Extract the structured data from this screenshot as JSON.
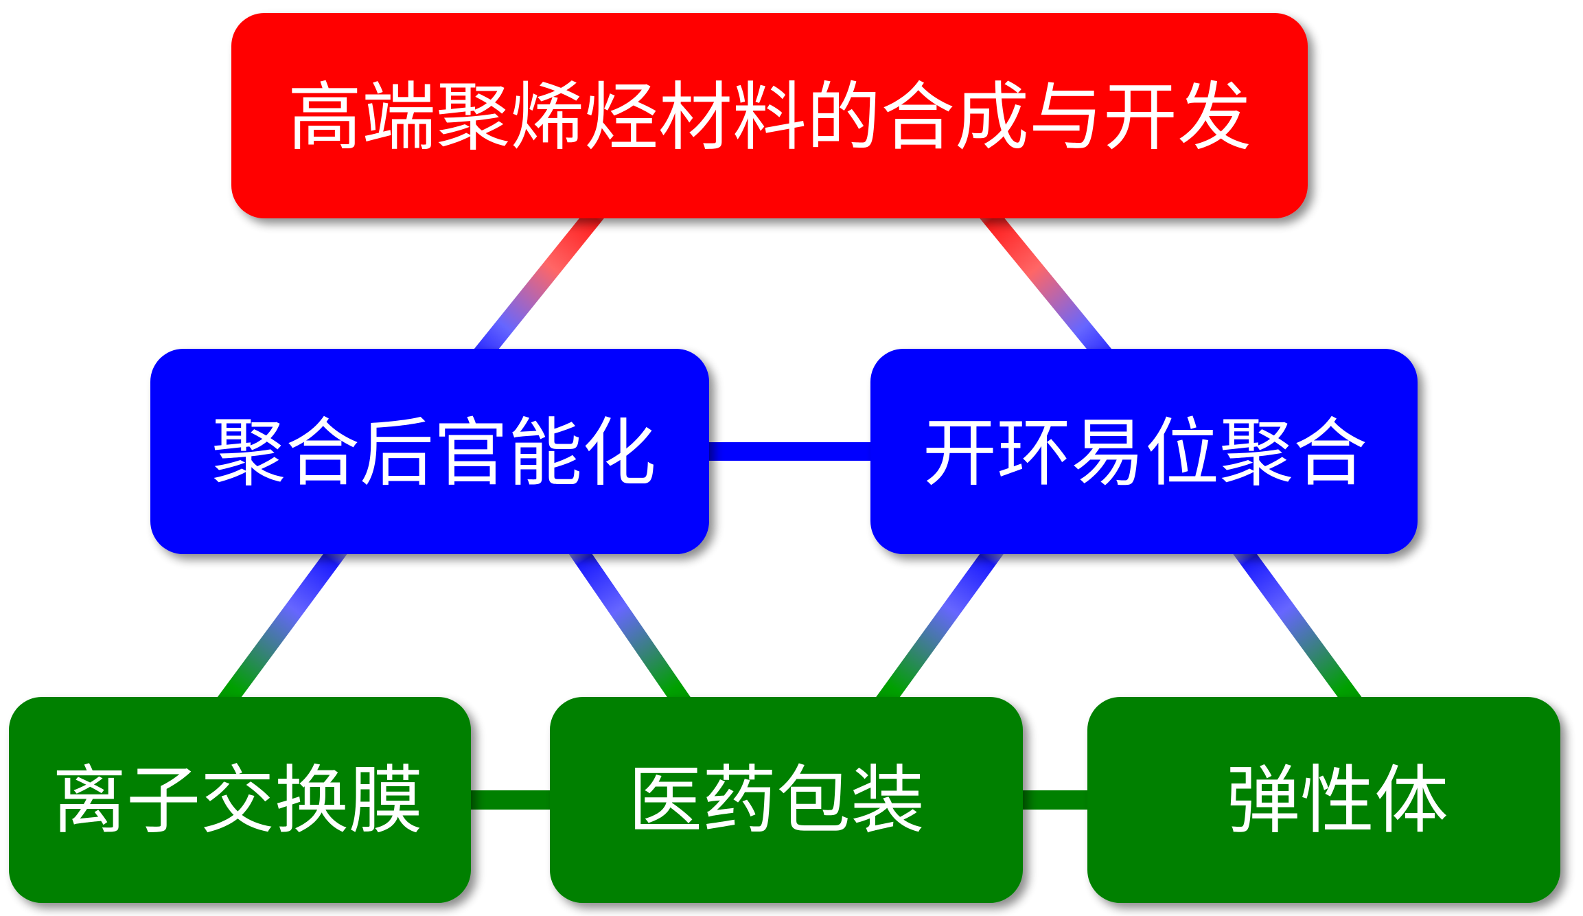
{
  "diagram": {
    "title": "高端聚烯烃材料的合成与开发",
    "colors": {
      "root": "#ff0000",
      "method": "#0000ff",
      "application": "#008000",
      "text": "#ffffff"
    },
    "nodes": {
      "root": {
        "label": "高端聚烯烃材料的合成与开发",
        "level": "root"
      },
      "post_functionalization": {
        "label": "聚合后官能化",
        "level": "method"
      },
      "romp": {
        "label": "开环易位聚合",
        "level": "method"
      },
      "ion_exchange_membrane": {
        "label": "离子交换膜",
        "level": "application"
      },
      "medical_packaging": {
        "label": "医药包装",
        "level": "application"
      },
      "elastomer": {
        "label": "弹性体",
        "level": "application"
      }
    },
    "edges": [
      {
        "from": "root",
        "to": "post_functionalization"
      },
      {
        "from": "root",
        "to": "romp"
      },
      {
        "from": "post_functionalization",
        "to": "romp"
      },
      {
        "from": "post_functionalization",
        "to": "ion_exchange_membrane"
      },
      {
        "from": "post_functionalization",
        "to": "medical_packaging"
      },
      {
        "from": "romp",
        "to": "medical_packaging"
      },
      {
        "from": "romp",
        "to": "elastomer"
      },
      {
        "from": "ion_exchange_membrane",
        "to": "medical_packaging"
      },
      {
        "from": "medical_packaging",
        "to": "elastomer"
      }
    ]
  }
}
